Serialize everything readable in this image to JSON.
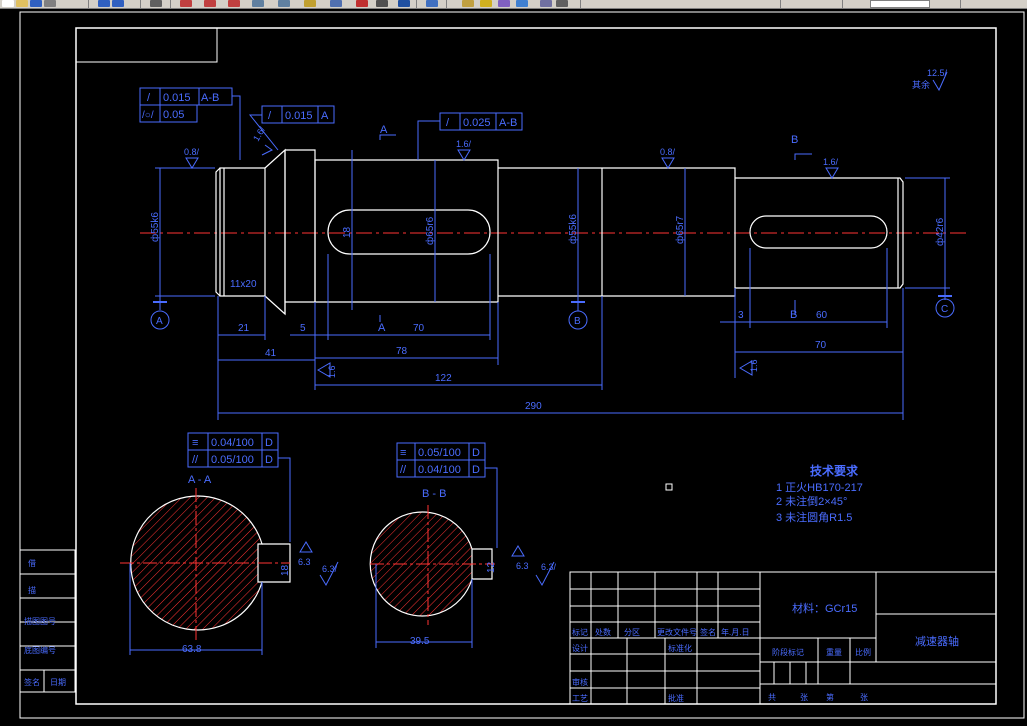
{
  "toolbar": {
    "zoom_value": "",
    "icons": [
      "new-icon",
      "open-icon",
      "save-icon",
      "print-icon",
      "undo-icon",
      "redo-icon",
      "pan-icon",
      "zoom-realtime-icon",
      "zoom-window-icon",
      "zoom-previous-icon",
      "properties-icon",
      "design-center-icon",
      "tool-palette-icon",
      "sheet-set-icon",
      "markup-icon",
      "calculator-icon",
      "help-icon",
      "layer-icon",
      "layer-state-icon",
      "layer-prev-icon",
      "color-icon",
      "linetype-icon",
      "lineweight-icon",
      "plot-style-icon"
    ]
  },
  "drawing": {
    "surface_roughness": {
      "value": "12.5/",
      "note": "其余"
    },
    "section_label_a": "A",
    "section_label_b": "B",
    "tolerance_frames": {
      "left_top": [
        {
          "symbol": "/",
          "value": "0.015",
          "datum": "A-B"
        },
        {
          "symbol": "/○/",
          "value": "0.05",
          "datum": ""
        }
      ],
      "shoulder": {
        "symbol": "/",
        "value": "0.015",
        "datum": "A"
      },
      "mid": {
        "symbol": "/",
        "value": "0.025",
        "datum": "A-B"
      },
      "section_a": [
        {
          "symbol": "≡",
          "value": "0.04/100",
          "datum": "D"
        },
        {
          "symbol": "//",
          "value": "0.05/100",
          "datum": "D"
        }
      ],
      "section_b": [
        {
          "symbol": "≡",
          "value": "0.05/100",
          "datum": "D"
        },
        {
          "symbol": "//",
          "value": "0.04/100",
          "datum": "D"
        }
      ]
    },
    "roughness_marks": [
      "0.8/",
      "1.6/",
      "1.6/",
      "0.8/",
      "1.6/",
      "6.3",
      "6.3/",
      "6.3",
      "6.3/"
    ],
    "diameters": [
      "ф55k6",
      "ф65r6",
      "ф55k6",
      "ф65r7",
      "ф42r6"
    ],
    "keyway_depths": [
      "18",
      "12"
    ],
    "groove_label": "11x20",
    "datum_labels": [
      "A",
      "B",
      "C"
    ],
    "dimensions": [
      "21",
      "5",
      "70",
      "41",
      "78",
      "122",
      "290",
      "3",
      "60",
      "70",
      "1.6",
      "1.6",
      "63.8",
      "39.5"
    ],
    "section_titles": [
      "A - A",
      "B - B"
    ],
    "tech_requirements": {
      "title": "技术要求",
      "items": [
        "1   正火HB170-217",
        "2   未注倒2×45°",
        "3   未注圆角R1.5"
      ]
    },
    "title_block": {
      "material": "材料：GCr15",
      "part_name": "减速器轴",
      "labels": [
        "标记",
        "处数",
        "分区",
        "更改文件号",
        "签名",
        "年.月.日",
        "设计",
        "标准化",
        "审核",
        "工艺",
        "批准",
        "阶段标记",
        "重量",
        "比例",
        "共",
        "张",
        "第",
        "张"
      ]
    },
    "sidebar_labels": [
      "借",
      "描",
      "描图图号",
      "底图编号",
      "签名",
      "日期"
    ]
  }
}
